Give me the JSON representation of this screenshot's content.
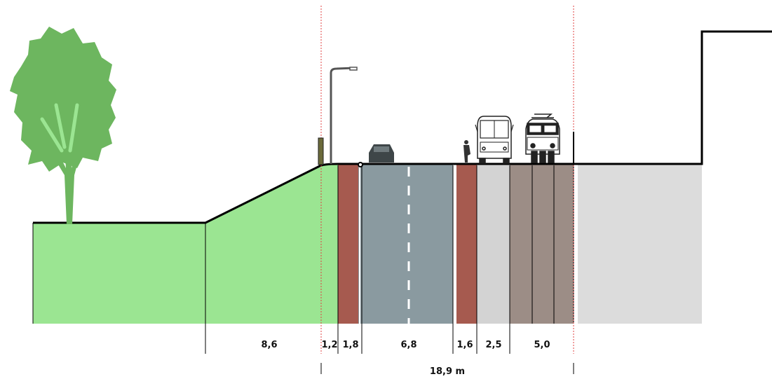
{
  "colors": {
    "grass": "#9be592",
    "tree": "#6db65f",
    "bike_lane": "#a65a4f",
    "road": "#8a9aa0",
    "sidewalk": "#d3d3d3",
    "tram": "#9c8d86",
    "ground_right": "#dcdcdc",
    "outline": "#000000",
    "boundary": "#e04040"
  },
  "icons": {
    "tree": "tree-icon",
    "street_light": "street-light-icon",
    "car": "car-icon",
    "cyclist": "cyclist-icon",
    "bus": "bus-icon",
    "tram": "tram-icon",
    "building": "building-outline"
  },
  "dimensions": {
    "segments": [
      "8,6",
      "1,2",
      "1,8",
      "6,8",
      "1,6",
      "2,5",
      "5,0"
    ],
    "total": "18,9 m"
  }
}
